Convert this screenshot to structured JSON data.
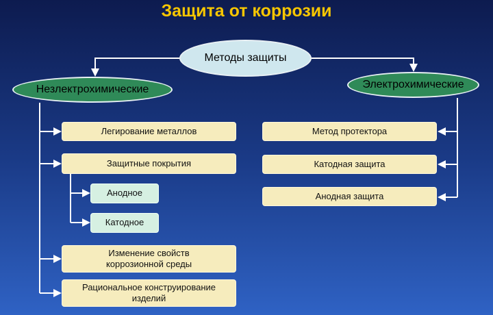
{
  "title": "Защита от коррозии",
  "root": "Методы защиты",
  "left": {
    "label": "Незлектрохимические",
    "items": [
      "Легирование металлов",
      "Защитные покрытия",
      "Изменение свойств коррозионной среды",
      "Рациональное конструирование изделий"
    ],
    "sub": [
      "Анодное",
      "Катодное"
    ]
  },
  "right": {
    "label": "Электрохимические",
    "items": [
      "Метод протектора",
      "Катодная защита",
      "Анодная защита"
    ]
  }
}
